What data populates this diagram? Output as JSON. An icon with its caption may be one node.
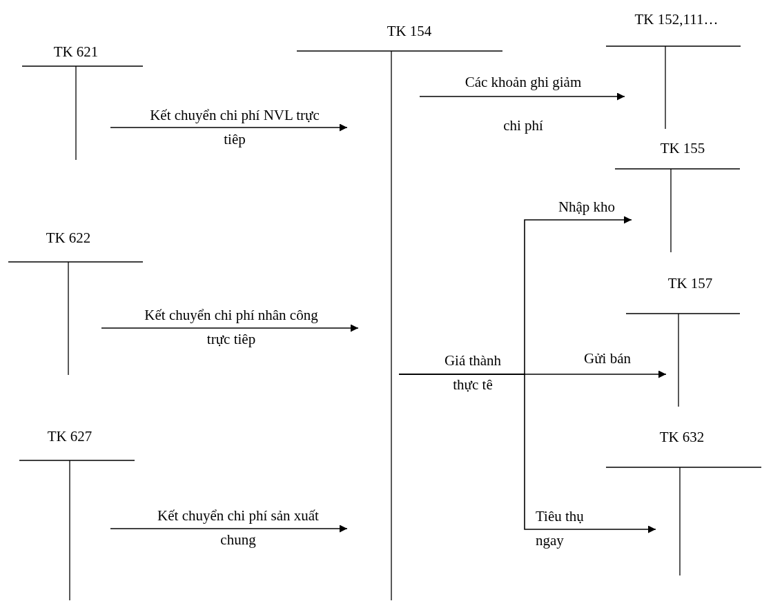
{
  "diagram": {
    "nodes": [
      {
        "text": [
          "TK 621"
        ]
      },
      {
        "text": [
          "TK 622"
        ]
      },
      {
        "text": [
          "TK 627"
        ]
      },
      {
        "text": [
          "TK 154"
        ]
      },
      {
        "text": [
          "TK 152,111…"
        ]
      },
      {
        "text": [
          "TK 155"
        ]
      },
      {
        "text": [
          "TK 157"
        ]
      },
      {
        "text": [
          "TK 632"
        ]
      }
    ],
    "edges": [
      {
        "from": 0,
        "to": 3,
        "arrow": "to",
        "label": "Kết chuyển chi phí NVL trực tiêp"
      },
      {
        "from": 1,
        "to": 3,
        "arrow": "to",
        "label": "Kết chuyển chi phí nhân công trực tiêp"
      },
      {
        "from": 2,
        "to": 3,
        "arrow": "to",
        "label": "Kết chuyển chi phí sản xuất chung"
      },
      {
        "from": 3,
        "to": 4,
        "arrow": "to",
        "label": "Các khoản ghi giảm chi phí"
      },
      {
        "from": 3,
        "to": 5,
        "arrow": "to",
        "label": "Nhập kho"
      },
      {
        "from": 3,
        "to": 6,
        "arrow": "to",
        "label": "Gửi bán"
      },
      {
        "from": 3,
        "to": 7,
        "arrow": "to",
        "label": "Tiêu thụ ngay"
      }
    ],
    "labels": [
      "Giá thành thực tê"
    ]
  }
}
